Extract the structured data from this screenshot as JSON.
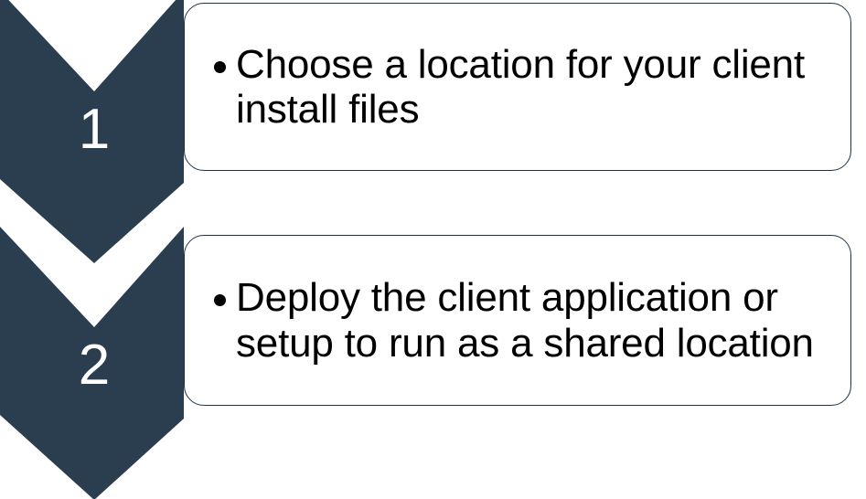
{
  "diagram": {
    "type": "vertical-chevron-process",
    "title": "",
    "accent_color": "#2a3e50",
    "box_border_color": "#1f3344",
    "box_fill_color": "#ffffff",
    "text_color": "#000000",
    "number_color": "#ffffff",
    "steps": [
      {
        "number": "1",
        "bullet": "•",
        "text": "Choose a location for your client install files"
      },
      {
        "number": "2",
        "bullet": "•",
        "text": "Deploy the client application or setup to run as a shared location"
      }
    ]
  }
}
